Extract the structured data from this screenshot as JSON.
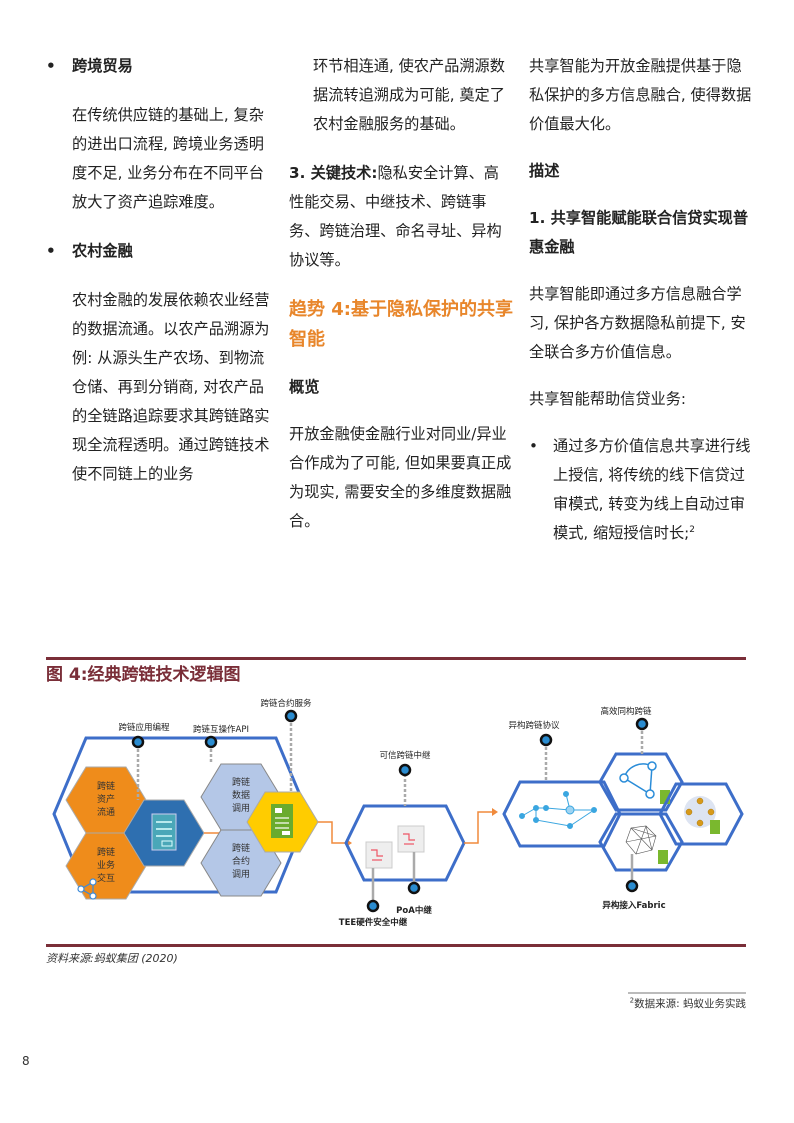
{
  "column1": {
    "section1": {
      "heading": "跨境贸易",
      "body": "在传统供应链的基础上, 复杂的进出口流程, 跨境业务透明度不足, 业务分布在不同平台放大了资产追踪难度。"
    },
    "section2": {
      "heading": "农村金融",
      "body": "农村金融的发展依赖农业经营的数据流通。以农产品溯源为例: 从源头生产农场、到物流仓储、再到分销商, 对农产品的全链路追踪要求其跨链路实现全流程透明。通过跨链技术使不同链上的业务"
    }
  },
  "column2": {
    "continuation": "环节相连通, 使农产品溯源数据流转追溯成为可能, 奠定了农村金融服务的基础。",
    "key_tech_label": "3. 关键技术:",
    "key_tech_body": "隐私安全计算、高性能交易、中继技术、跨链事务、跨链治理、命名寻址、异构协议等。",
    "trend_title": "趋势 4:基于隐私保护的共享智能",
    "overview_heading": "概览",
    "overview_body": "开放金融使金融行业对同业/异业合作成为了可能, 但如果要真正成为现实, 需要安全的多维度数据融合。"
  },
  "column3": {
    "intro": "共享智能为开放金融提供基于隐私保护的多方信息融合, 使得数据价值最大化。",
    "desc_heading": "描述",
    "sub_heading": "1. 共享智能赋能联合信贷实现普惠金融",
    "para1": "共享智能即通过多方信息融合学习, 保护各方数据隐私前提下, 安全联合多方价值信息。",
    "para2": "共享智能帮助信贷业务:",
    "bullet": "通过多方价值信息共享进行线上授信, 将传统的线下信贷过审模式, 转变为线上自动过审模式, 缩短授信时长;",
    "bullet_footnote_mark": "2"
  },
  "figure": {
    "title": "图 4:经典跨链技术逻辑图",
    "source": "资料来源:蚂蚁集团 (2020)",
    "labels": {
      "app_programming": "跨链应用编程",
      "interop_api": "跨链互操作API",
      "contract_service": "跨链合约服务",
      "trusted_relay": "可信跨链中继",
      "poa_relay": "PoA中继",
      "tee_relay": "TEE硬件安全中继",
      "hetero_protocol": "异构跨链协议",
      "homo_crosschain": "高效同构跨链",
      "hetero_fabric": "异构接入Fabric"
    },
    "hex_labels": {
      "asset_flow": [
        "跨链",
        "资产",
        "流通"
      ],
      "biz_interact": [
        "跨链",
        "业务",
        "交互"
      ],
      "data_call": [
        "跨链",
        "数据",
        "调用"
      ],
      "contract_call": [
        "跨链",
        "合约",
        "调用"
      ]
    },
    "colors": {
      "frame_blue": "#3d6ec9",
      "orange_hex": "#ef8c1b",
      "dark_blue_hex": "#2e6fb0",
      "light_blue_hex": "#b4c7e7",
      "yellow_hex": "#ffcc00",
      "arrow_orange": "#f08a3c",
      "title_maroon": "#7a2e38"
    }
  },
  "footnote": {
    "mark": "2",
    "text": "数据来源: 蚂蚁业务实践"
  },
  "page_number": "8"
}
